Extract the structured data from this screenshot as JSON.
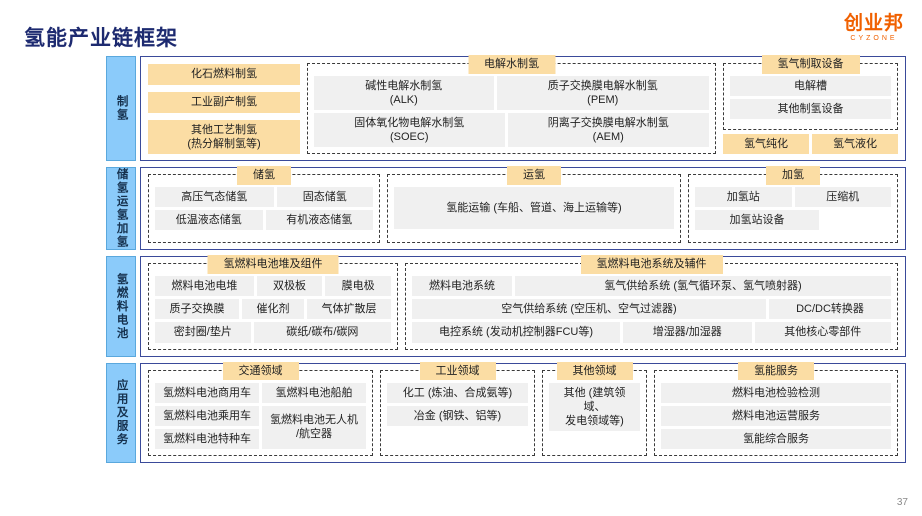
{
  "header": {
    "title": "氢能产业链框架",
    "logo_main": "创业邦",
    "logo_sub": "CYZONE",
    "page_number": "37"
  },
  "colors": {
    "title": "#1d2a70",
    "sidebar": "#8bcbfa",
    "accent_orange": "#fbdda4",
    "cell_gray": "#f0f0f0",
    "border_blue": "#3a4a9a",
    "logo": "#f06000"
  },
  "rows": [
    {
      "label": "制氢",
      "groups": [
        {
          "style": "plain",
          "title": null,
          "cells": [
            "化石燃料制氢",
            "工业副产制氢",
            "其他工艺制氢\n(热分解制氢等)"
          ]
        },
        {
          "style": "dashed",
          "title": "电解水制氢",
          "cell_rows": [
            [
              "碱性电解水制氢\n(ALK)",
              "质子交换膜电解水制氢\n(PEM)"
            ],
            [
              "固体氧化物电解水制氢\n(SOEC)",
              "阴离子交换膜电解水制氢\n(AEM)"
            ]
          ]
        },
        {
          "style": "dashed",
          "title": "氢气制取设备",
          "cells": [
            "电解槽",
            "其他制氢设备"
          ],
          "extra_row": [
            "氢气纯化",
            "氢气液化"
          ]
        }
      ]
    },
    {
      "label": "储氢运氢加氢",
      "groups": [
        {
          "style": "dashed",
          "title": "储氢",
          "cell_rows": [
            [
              "高压气态储氢",
              "固态储氢"
            ],
            [
              "低温液态储氢",
              "有机液态储氢"
            ]
          ]
        },
        {
          "style": "dashed",
          "title": "运氢",
          "cells": [
            "氢能运输 (车船、管道、海上运输等)"
          ]
        },
        {
          "style": "dashed",
          "title": "加氢",
          "cell_rows": [
            [
              "加氢站",
              "压缩机"
            ],
            [
              "加氢站设备",
              ""
            ]
          ]
        }
      ]
    },
    {
      "label": "氢燃料电池",
      "groups": [
        {
          "style": "dashed",
          "title": "氢燃料电池堆及组件",
          "cell_rows": [
            [
              "燃料电池电堆",
              "双极板",
              "膜电极"
            ],
            [
              "质子交换膜",
              "催化剂",
              "气体扩散层"
            ],
            [
              "密封圈/垫片",
              "碳纸/碳布/碳网",
              ""
            ]
          ]
        },
        {
          "style": "dashed",
          "title": "氢燃料电池系统及辅件",
          "cell_rows": [
            [
              "燃料电池系统",
              "氢气供给系统 (氢气循环泵、氢气喷射器)"
            ],
            [
              "空气供给系统 (空压机、空气过滤器)",
              "DC/DC转换器"
            ],
            [
              "电控系统 (发动机控制器FCU等)",
              "增湿器/加湿器",
              "其他核心零部件"
            ]
          ]
        }
      ]
    },
    {
      "label": "应用及服务",
      "groups": [
        {
          "style": "dashed",
          "title": "交通领域",
          "columns": [
            [
              "氢燃料电池商用车",
              "氢燃料电池乘用车",
              "氢燃料电池特种车"
            ],
            [
              "氢燃料电池船舶",
              "氢燃料电池无人机\n/航空器"
            ]
          ]
        },
        {
          "style": "dashed",
          "title": "工业领域",
          "cells": [
            "化工 (炼油、合成氨等)",
            "冶金 (钢铁、铝等)"
          ]
        },
        {
          "style": "dashed",
          "title": "其他领域",
          "cells": [
            "其他 (建筑领域、\n发电领域等)"
          ]
        },
        {
          "style": "dashed",
          "title": "氢能服务",
          "cells": [
            "燃料电池检验检测",
            "燃料电池运营服务",
            "氢能综合服务"
          ]
        }
      ]
    }
  ]
}
